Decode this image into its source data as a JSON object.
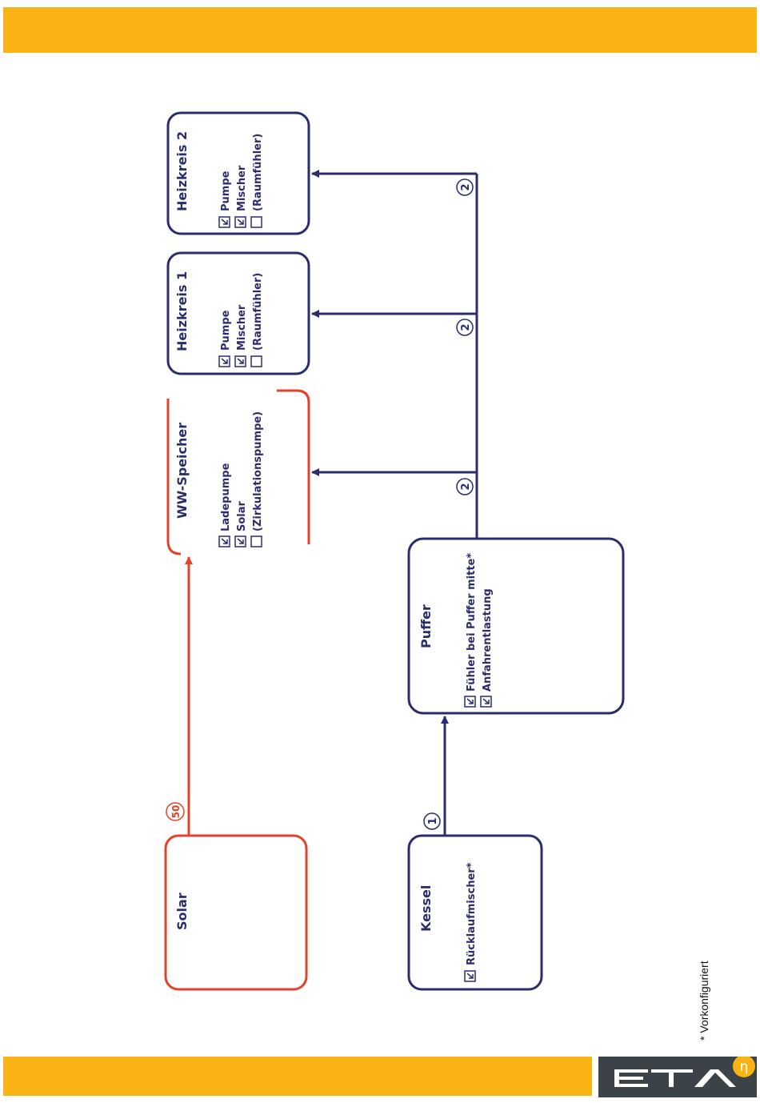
{
  "colors": {
    "accent": "#f9b314",
    "navy": "#2a2d6d",
    "solar_red": "#e2412a",
    "logo_bg": "#3b4248"
  },
  "boxes": {
    "heizkreis2": {
      "title": "Heizkreis 2",
      "options": [
        "Pumpe",
        "Mischer",
        "(Raumfühler)"
      ],
      "checked": [
        true,
        true,
        false
      ]
    },
    "heizkreis1": {
      "title": "Heizkreis 1",
      "options": [
        "Pumpe",
        "Mischer",
        "(Raumfühler)"
      ],
      "checked": [
        true,
        true,
        false
      ]
    },
    "ww_speicher": {
      "title": "WW-Speicher",
      "options": [
        "Ladepumpe",
        "Solar",
        "(Zirkulationspumpe)"
      ],
      "checked": [
        true,
        true,
        false
      ]
    },
    "puffer": {
      "title": "Puffer",
      "options": [
        "Fühler bei Puffer mitte*",
        "Anfahrentlastung"
      ],
      "checked": [
        true,
        true
      ]
    },
    "solar": {
      "title": "Solar"
    },
    "kessel": {
      "title": "Kessel",
      "options": [
        "Rücklaufmischer*"
      ],
      "checked": [
        true
      ]
    }
  },
  "connections": {
    "label_hk2": "2",
    "label_hk1": "2",
    "label_ww": "2",
    "label_kessel": "1",
    "label_solar": "50"
  },
  "footnote": "* Vorkonfiguriert",
  "logo": {
    "text": "ETA",
    "symbol": "η"
  }
}
